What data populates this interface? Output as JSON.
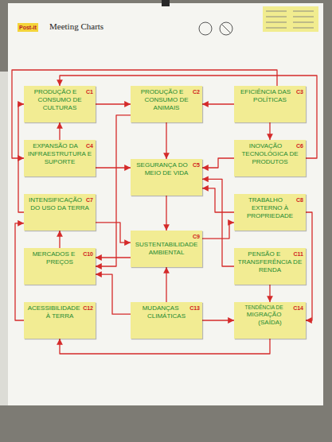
{
  "diagram": {
    "nodes": [
      {
        "text": [
          "PRODUÇÃO E CONSUMO DE CULTURAS",
          "C1"
        ]
      },
      {
        "text": [
          "PRODUÇÃO E CONSUMO DE ANIMAIS",
          "C2"
        ]
      },
      {
        "text": [
          "EFICIÊNCIA DAS POLÍTICAS",
          "C3"
        ]
      },
      {
        "text": [
          "EXPANSÃO DA INFRAESTRUTURA E SUPORTE",
          "C4"
        ]
      },
      {
        "text": [
          "SEGURANÇA DO MEIO DE VIDA",
          "C5"
        ]
      },
      {
        "text": [
          "INOVAÇÃO TECNOLÓGICA DE PRODUTOS",
          "C6"
        ]
      },
      {
        "text": [
          "INTENSIFICAÇÃO DO USO DA TERRA",
          "C7"
        ]
      },
      {
        "text": [
          "TRABALHO EXTERNO À PROPRIEDADE",
          "C8"
        ]
      },
      {
        "text": [
          "SUSTENTABILIDADE AMBIENTAL",
          "C9"
        ]
      },
      {
        "text": [
          "MERCADOS E PREÇOS",
          "C10"
        ]
      },
      {
        "text": [
          "PENSÃO E TRANSFERÊNCIA DE RENDA",
          "C11"
        ]
      },
      {
        "text": [
          "ACESSIBILIDADE À TERRA",
          "C12"
        ]
      },
      {
        "text": [
          "MUDANÇAS CLIMÁTICAS",
          "C13"
        ]
      },
      {
        "text": [
          "TENDÊNCIA DE",
          "MIGRAÇÃO (SAÍDA)",
          "C14"
        ]
      }
    ],
    "edges": [
      {
        "from": 0,
        "to": 1,
        "arrow": "to"
      },
      {
        "from": 2,
        "to": 1,
        "arrow": "to"
      },
      {
        "from": 1,
        "to": 4,
        "arrow": "to"
      },
      {
        "from": 4,
        "to": 8,
        "arrow": "to"
      },
      {
        "from": 12,
        "to": 8,
        "arrow": "to"
      },
      {
        "from": 3,
        "to": 0,
        "arrow": "to"
      },
      {
        "from": 3,
        "to": 4,
        "arrow": "to"
      },
      {
        "from": 5,
        "to": 4,
        "arrow": "to"
      },
      {
        "from": 6,
        "to": 0,
        "arrow": "to"
      },
      {
        "from": 9,
        "to": 6,
        "arrow": "to"
      },
      {
        "from": 11,
        "to": 6,
        "arrow": "to"
      },
      {
        "from": 7,
        "to": 4,
        "arrow": "to"
      },
      {
        "from": 10,
        "to": 4,
        "arrow": "to"
      },
      {
        "from": 8,
        "to": 9,
        "arrow": "to"
      },
      {
        "from": 12,
        "to": 9,
        "arrow": "to"
      },
      {
        "from": 12,
        "to": 13,
        "arrow": "to"
      },
      {
        "from": 10,
        "to": 13,
        "arrow": "to"
      },
      {
        "from": 7,
        "to": 13,
        "arrow": "to"
      },
      {
        "from": 2,
        "to": 5,
        "arrow": "to"
      },
      {
        "from": 5,
        "to": 0,
        "arrow": "to"
      },
      {
        "from": 2,
        "to": 3,
        "arrow": "to"
      },
      {
        "from": 1,
        "to": 9,
        "arrow": "to"
      },
      {
        "from": 6,
        "to": 8,
        "arrow": "to"
      },
      {
        "from": 8,
        "to": 7,
        "arrow": "to"
      },
      {
        "from": 13,
        "to": 11,
        "arrow": "to"
      }
    ],
    "labels": [
      "Post-it",
      "Meeting Charts"
    ]
  }
}
